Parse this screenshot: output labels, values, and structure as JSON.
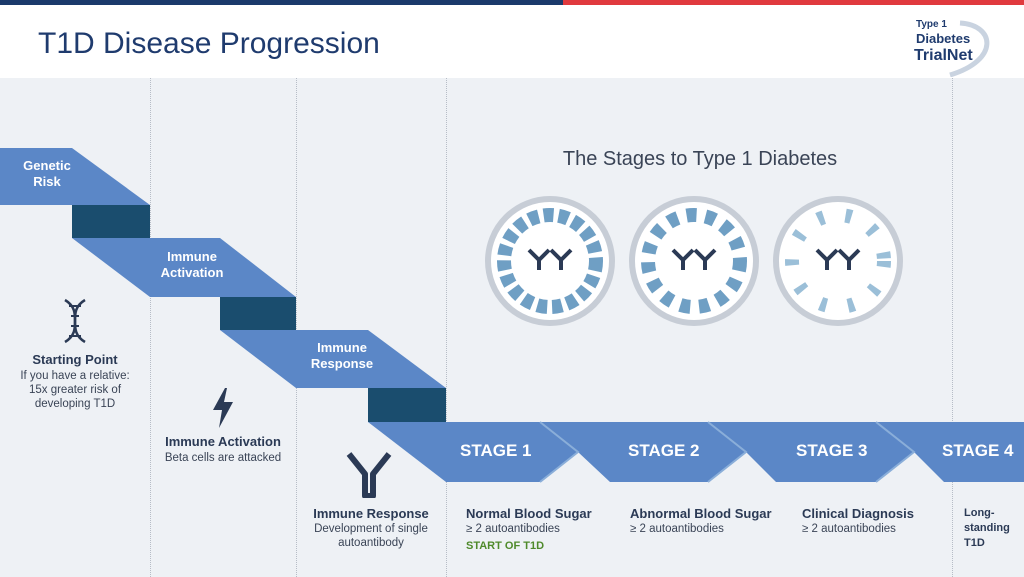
{
  "header": {
    "title": "T1D Disease Progression"
  },
  "logo": {
    "line1": "Type 1",
    "line2": "Diabetes",
    "line3": "TrialNet"
  },
  "ribbon": {
    "genetic_risk": [
      "Genetic",
      "Risk"
    ],
    "immune_activation": [
      "Immune",
      "Activation"
    ],
    "immune_response": [
      "Immune",
      "Response"
    ]
  },
  "stages_heading": "The Stages to Type 1 Diabetes",
  "stage_band": [
    "STAGE 1",
    "STAGE 2",
    "STAGE 3",
    "STAGE 4"
  ],
  "columns": {
    "starting_point": {
      "title": "Starting Point",
      "desc": [
        "If you have a relative:",
        "15x greater risk of",
        "developing T1D"
      ],
      "icon": "dna-icon"
    },
    "immune_activation": {
      "title": "Immune Activation",
      "desc": "Beta cells are attacked",
      "icon": "lightning-icon"
    },
    "immune_response": {
      "title": "Immune Response",
      "desc": [
        "Development of single",
        "autoantibody"
      ],
      "icon": "antibody-icon"
    }
  },
  "stages": [
    {
      "title": "Normal Blood Sugar",
      "desc": "≥ 2 autoantibodies",
      "note": "START OF T1D"
    },
    {
      "title": "Abnormal Blood Sugar",
      "desc": "≥ 2 autoantibodies"
    },
    {
      "title": "Clinical Diagnosis",
      "desc": "≥ 2 autoantibodies"
    },
    {
      "title": [
        "Long-",
        "standing",
        "T1D"
      ]
    }
  ],
  "colors": {
    "ribbon": "#5b87c7",
    "ribbon_dark": "#1a4d6e",
    "title": "#1f3b6e",
    "start_note": "#4f8a2b",
    "circle_ring": "#c7cdd6"
  }
}
